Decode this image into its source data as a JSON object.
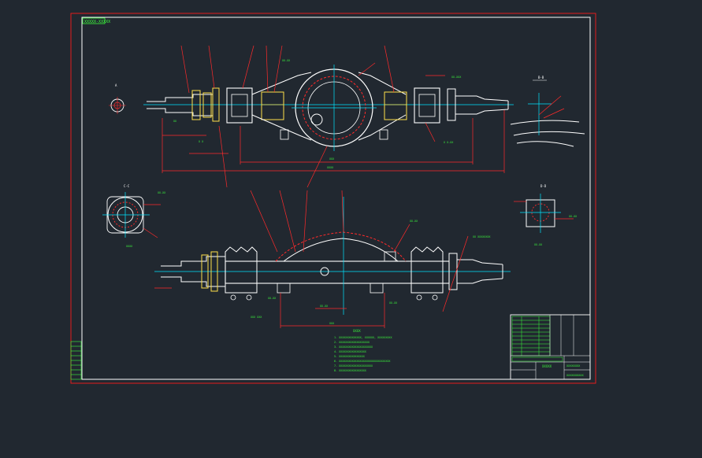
{
  "drawing": {
    "title_tag": "XXXXX-XXXXX",
    "section_labels": {
      "top_left_view": "A",
      "top_right_view": "B-B",
      "left_section": "C-C",
      "right_section": "D-D"
    },
    "tech_requirements_title": "XXXX",
    "tech_requirements_lines": [
      "1. XXXXXXXXXXXXXX, XXXXXX, XXXXXXXXX",
      "2. XXXXXXXXXXXXXXXXXXX",
      "3. XXXXXXXXXXXXXXXXXXXXX",
      "4. XXXXXXXXXXXXXXXXX",
      "5. XXXXXXXXXXXXXXXX",
      "6. XXXXXXXXXXXXXXXXXXXXXXXXXXXXXXXX",
      "7. XXXXXXXXXXXXXXXXXXXXX",
      "8. XXXXXXXXXXXXXXXXX"
    ],
    "title_block": {
      "drawing_name": "XXXXX",
      "drawing_number": "XXXXXXXX",
      "school": "XXXXXXXXXX"
    },
    "colors": {
      "background": "#212830",
      "border": "#e21d1d",
      "frame": "#ffffff",
      "outline": "#ffffff",
      "red_lines": "#ff2a2a",
      "green_text": "#3cff3c",
      "yellow": "#ffe14a",
      "cyan": "#00e5ff"
    }
  }
}
